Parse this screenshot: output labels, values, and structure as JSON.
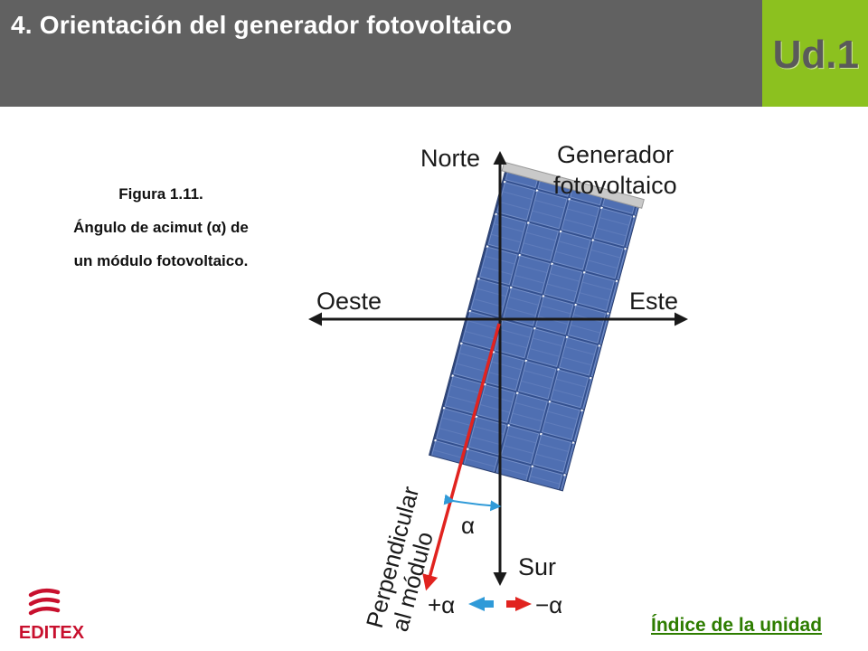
{
  "header": {
    "title": "4. Orientación del generador fotovoltaico",
    "unit": "Ud.1"
  },
  "caption": {
    "line1": "Figura 1.11.",
    "line2": "Ángulo de acimut (α) de",
    "line3": "un módulo fotovoltaico."
  },
  "figure": {
    "north": "Norte",
    "generator_line1": "Generador",
    "generator_line2": "fotovoltaico",
    "west": "Oeste",
    "east": "Este",
    "south": "Sur",
    "alpha": "α",
    "perpendicular_line1": "Perpendicular",
    "perpendicular_line2": "al módulo",
    "plus_alpha": "+α",
    "minus_alpha": "−α",
    "colors": {
      "panel": "#33508f",
      "cells": "#4f6fb2",
      "perpendicular": "#e1231f",
      "alpha_arc": "#2f9ad8",
      "axes": "#1a1a1a"
    }
  },
  "logo": {
    "text": "EDITEX",
    "color": "#c8102e"
  },
  "footer": {
    "index_link": "Índice de la unidad"
  }
}
